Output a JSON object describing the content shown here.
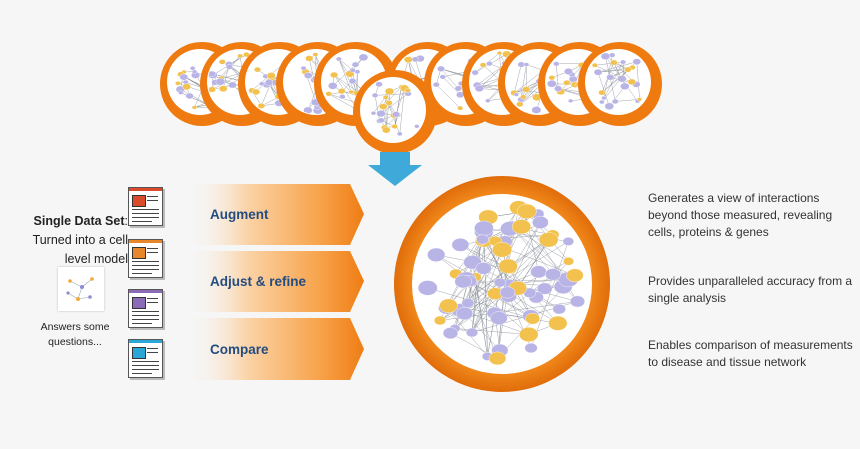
{
  "left": {
    "title_bold": "Single Data Set",
    "title_rest": "Turned into a cell level model",
    "answers": "Answers some questions..."
  },
  "steps": [
    {
      "label": "Augment"
    },
    {
      "label": "Adjust & refine"
    },
    {
      "label": "Compare"
    }
  ],
  "documents": [
    {
      "accent": "#d94b2b"
    },
    {
      "accent": "#e8862a"
    },
    {
      "accent": "#8b6bb8"
    },
    {
      "accent": "#2aa7d6"
    }
  ],
  "benefits": [
    {
      "text": "Generates a view of interactions beyond those measured, revealing cells, proteins & genes"
    },
    {
      "text": "Provides unparalleled accuracy from a single analysis"
    },
    {
      "text": "Enables comparison of measurements to disease and tissue network"
    }
  ],
  "colors": {
    "orange": "#ef7d14",
    "orange_light": "#f7a34b",
    "arrow_blue": "#3fa9d9",
    "node_purple": "#b9b4e6",
    "node_yellow": "#f2c14e",
    "label_blue": "#234c80"
  }
}
